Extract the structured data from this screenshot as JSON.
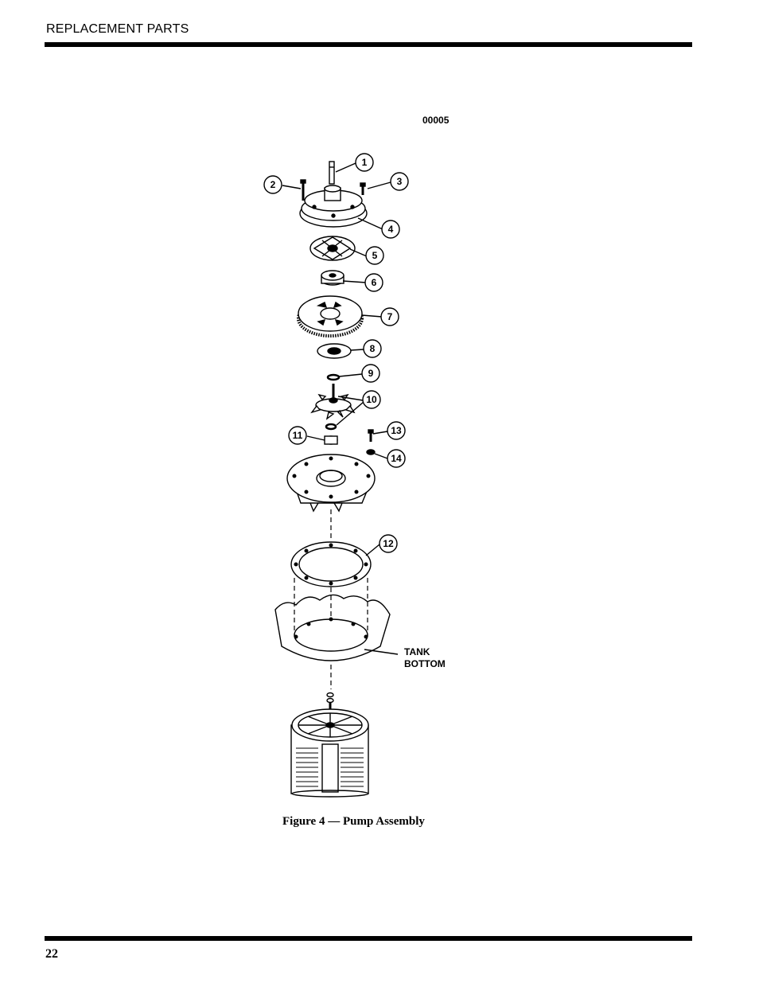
{
  "header": {
    "title": "REPLACEMENT PARTS"
  },
  "figure": {
    "code": "00005",
    "caption": "Figure 4 — Pump Assembly",
    "tank_label_line1": "TANK",
    "tank_label_line2": "BOTTOM",
    "callouts": [
      "1",
      "2",
      "3",
      "4",
      "5",
      "6",
      "7",
      "8",
      "9",
      "10",
      "11",
      "12",
      "13",
      "14"
    ]
  },
  "footer": {
    "page_number": "22"
  }
}
